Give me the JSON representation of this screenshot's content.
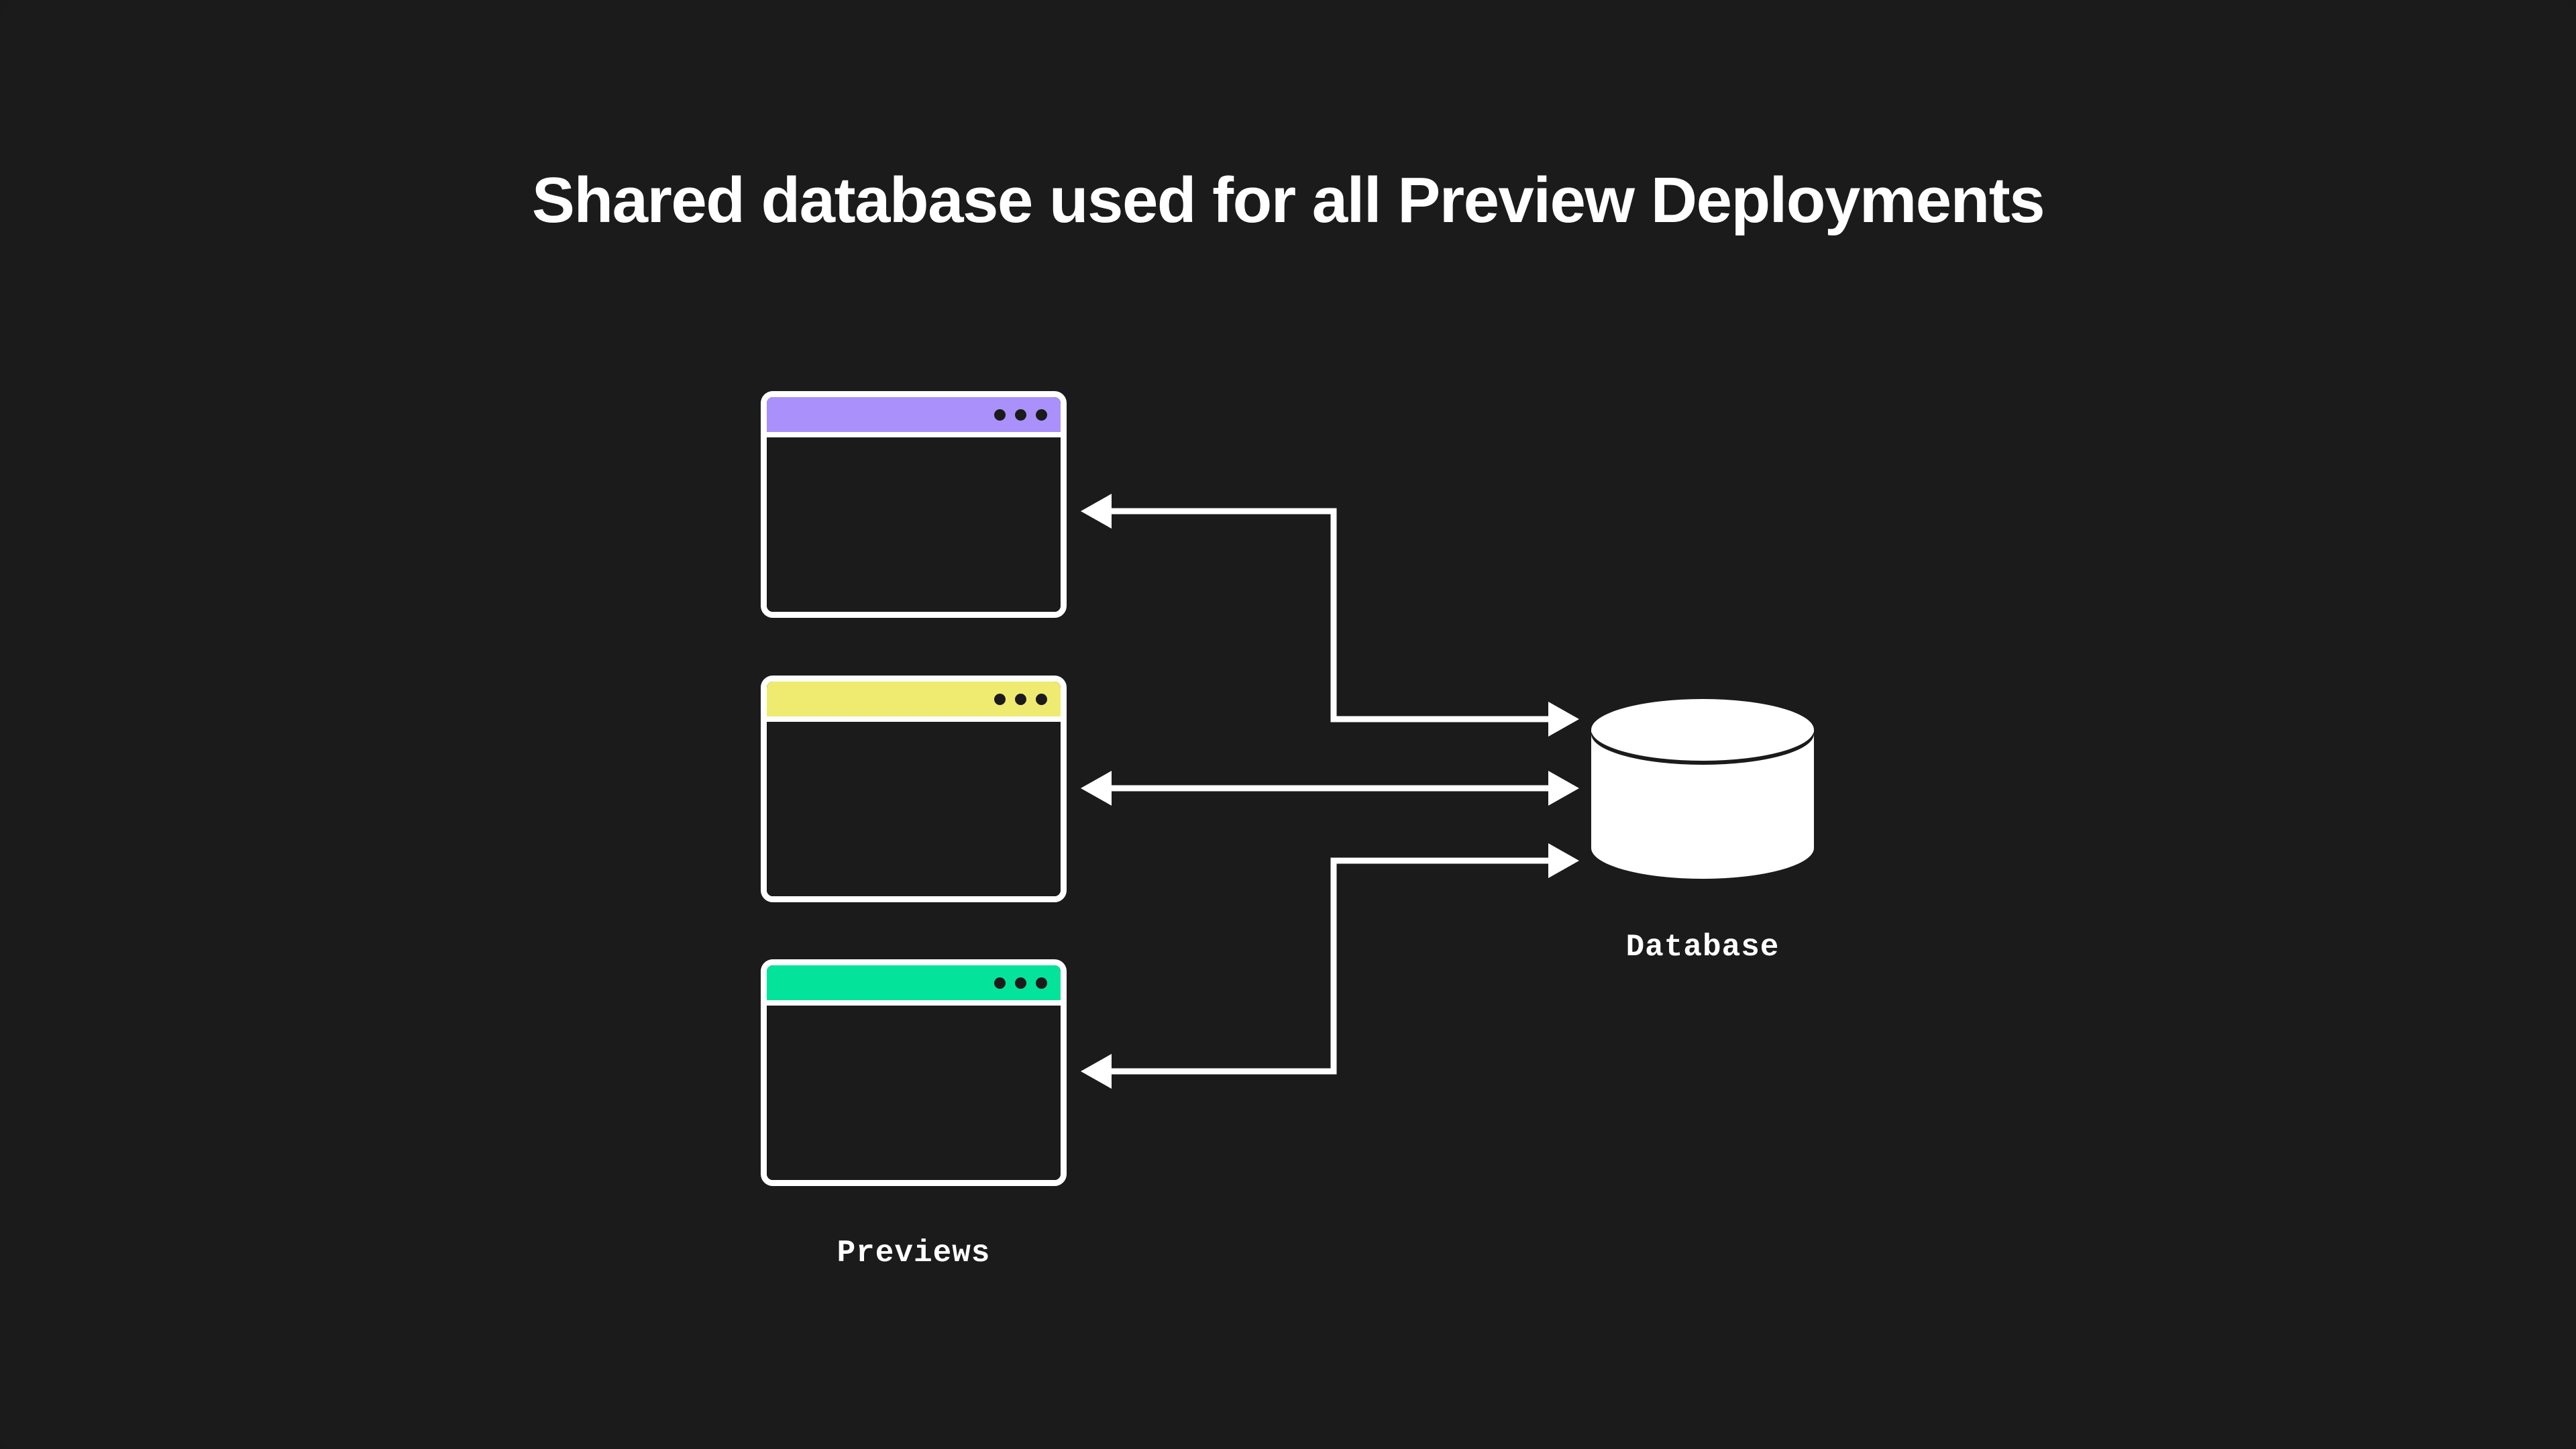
{
  "page": {
    "background_color": "#1b1b1b",
    "title": "Shared database used for all Preview Deployments",
    "title_color": "#ffffff"
  },
  "diagram": {
    "type": "architecture-diagram",
    "stroke_color": "#ffffff",
    "nodes": [
      {
        "id": "preview-1",
        "kind": "browser-window",
        "titlebar_color": "#a990fa",
        "dot_count": 3,
        "dot_color": "#1b1b1b",
        "border_color": "#ffffff"
      },
      {
        "id": "preview-2",
        "kind": "browser-window",
        "titlebar_color": "#efeb70",
        "dot_count": 3,
        "dot_color": "#1b1b1b",
        "border_color": "#ffffff"
      },
      {
        "id": "preview-3",
        "kind": "browser-window",
        "titlebar_color": "#04e39a",
        "dot_count": 3,
        "dot_color": "#1b1b1b",
        "border_color": "#ffffff"
      },
      {
        "id": "database",
        "kind": "cylinder",
        "fill_color": "#ffffff",
        "label": "Database"
      }
    ],
    "edges": [
      {
        "id": "edge-db-to-preview-1",
        "from": "database",
        "to": "preview-1",
        "direction": "one-way",
        "routing": "orthogonal"
      },
      {
        "id": "edge-preview-2-to-db",
        "from": "preview-2",
        "to": "database",
        "direction": "two-way",
        "routing": "straight"
      },
      {
        "id": "edge-db-to-preview-3",
        "from": "database",
        "to": "preview-3",
        "direction": "one-way",
        "routing": "orthogonal"
      }
    ],
    "captions": {
      "previews": "Previews",
      "database": "Database"
    }
  }
}
